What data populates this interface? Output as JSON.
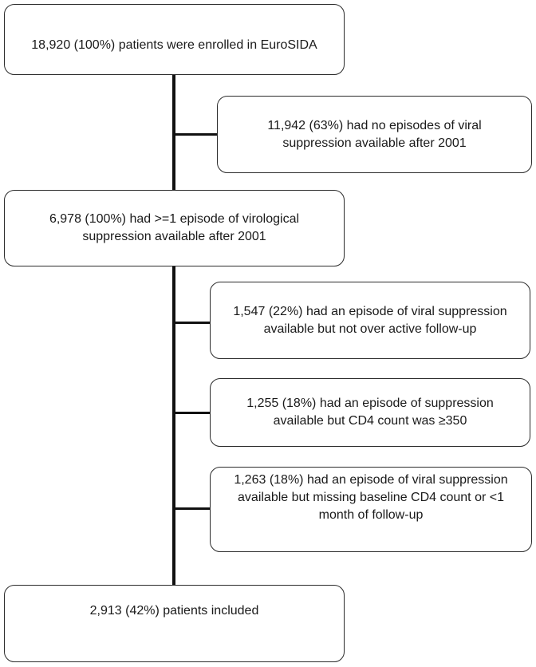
{
  "flowchart": {
    "enrolled": {
      "text": "18,920 (100%) patients were enrolled in EuroSIDA"
    },
    "no_suppression": {
      "lines": [
        "11,942 (63%) had no episodes of viral",
        "suppression available after 2001"
      ]
    },
    "with_suppression": {
      "lines": [
        "6,978 (100%) had  >=1 episode of virological",
        "suppression available after 2001"
      ]
    },
    "exclusion_followup": {
      "lines": [
        "1,547 (22%) had an episode of viral suppression",
        "available but not over active follow-up"
      ]
    },
    "exclusion_cd4": {
      "lines": [
        "1,255 (18%) had an episode of suppression",
        "available but CD4 count was ≥350"
      ]
    },
    "exclusion_missing": {
      "lines": [
        "1,263 (18%) had an episode of viral suppression",
        "available but missing baseline CD4 count or <1",
        "month of follow-up"
      ]
    },
    "included": {
      "text": "2,913 (42%) patients included"
    }
  }
}
